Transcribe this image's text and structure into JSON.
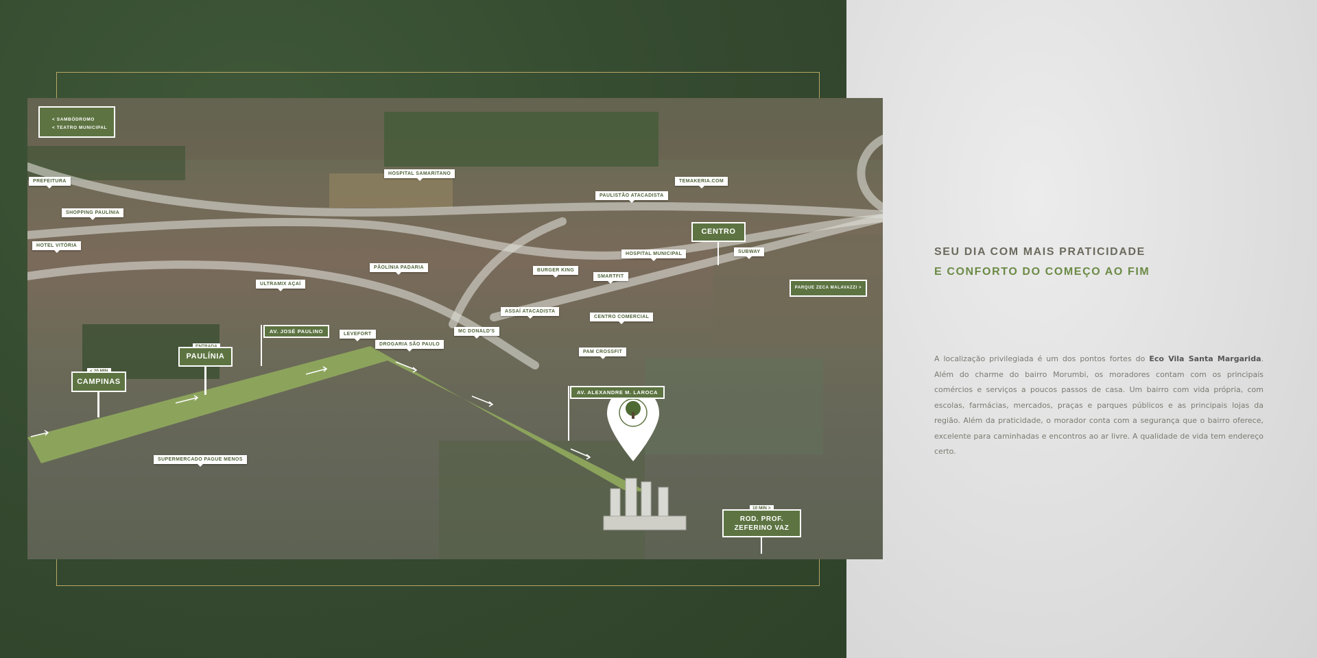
{
  "map": {
    "top_left_box": [
      "< SAMBÓDROMO",
      "< TEATRO MUNICIPAL"
    ],
    "labels": {
      "prefeitura": "PREFEITURA",
      "shopping": "SHOPPING PAULÍNIA",
      "hotel": "HOTEL VITÓRIA",
      "hospital_samaritano": "HOSPITAL SAMARITANO",
      "temakeria": "TEMAKERIA.COM",
      "paulistao": "PAULISTÃO ATACADISTA",
      "hospital_municipal": "HOSPITAL MUNICIPAL",
      "subway": "SUBWAY",
      "ultramix": "ULTRAMIX AÇAÍ",
      "paolinia": "PÃOLÍNIA PADARIA",
      "burger": "BURGER KING",
      "smartfit": "SMARTFIT",
      "assai": "ASSAÍ ATACADISTA",
      "centro_comercial": "CENTRO COMERCIAL",
      "levefort": "LEVEFORT",
      "drogaria": "DROGARIA SÃO PAULO",
      "mcdonalds": "MC DONALD'S",
      "pam": "PAM CROSSFIT",
      "supermercado": "SUPERMERCADO PAGUE MENOS"
    },
    "centro": "CENTRO",
    "parque": "PARQUE ZECA MALAVAZZI >",
    "paulinia_tag": "ENTRADA",
    "paulinia": "PAULÍNIA",
    "campinas_tag": "< 20 MIN",
    "campinas": "CAMPINAS",
    "av_jose": "AV. JOSÉ PAULINO",
    "av_alexandre": "AV. ALEXANDRE M. LAROCA",
    "rod_tag": "10 MIN >",
    "rod_line1": "ROD. PROF.",
    "rod_line2": "ZEFERINO VAZ"
  },
  "content": {
    "heading_line1": "SEU DIA COM MAIS PRATICIDADE",
    "heading_line2": "E CONFORTO DO COMEÇO AO FIM",
    "para_before": "A localização privilegiada é um dos pontos fortes do ",
    "para_bold": "Eco Vila Santa Margarida",
    "para_after": ". Além do charme do bairro Morumbi, os moradores contam com os principais comércios e serviços a poucos passos de casa. Um bairro com vida própria, com escolas, farmácias, mercados, praças e parques públicos e as principais lojas da região. Além da praticidade, o morador conta com a segurança que o bairro oferece, excelente para caminhadas e encontros ao ar livre. A qualidade de vida tem endereço certo."
  },
  "colors": {
    "olive": "#5d7442",
    "dark_green": "#34492f",
    "gold": "#b9a865",
    "route": "#8fa85c"
  }
}
